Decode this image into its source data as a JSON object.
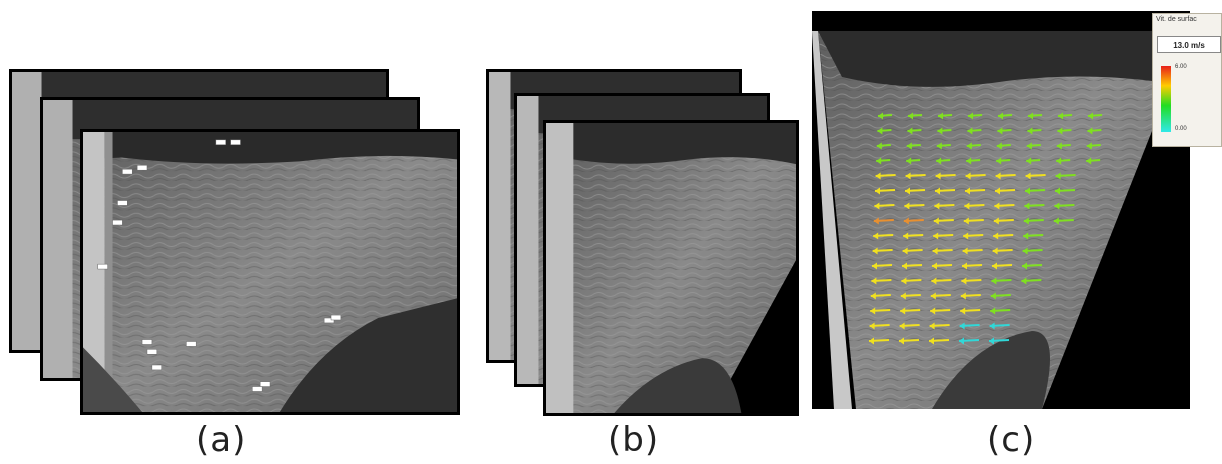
{
  "captions": {
    "a": "(a)",
    "b": "(b)",
    "c": "(c)"
  },
  "legend": {
    "title": "Vit. de surfac",
    "scale_value": "13.0 m/s",
    "max_label": "6.00",
    "min_label": "0.00",
    "colors": [
      "#e8201a",
      "#ffcc00",
      "#22dd22",
      "#30e8e8"
    ]
  },
  "colors": {
    "water": "#7a7a7a",
    "vegetation": "#2e2e2e",
    "vector_fast": "#f0e020",
    "vector_medium": "#80e020",
    "vector_slow": "#30d8d8"
  }
}
